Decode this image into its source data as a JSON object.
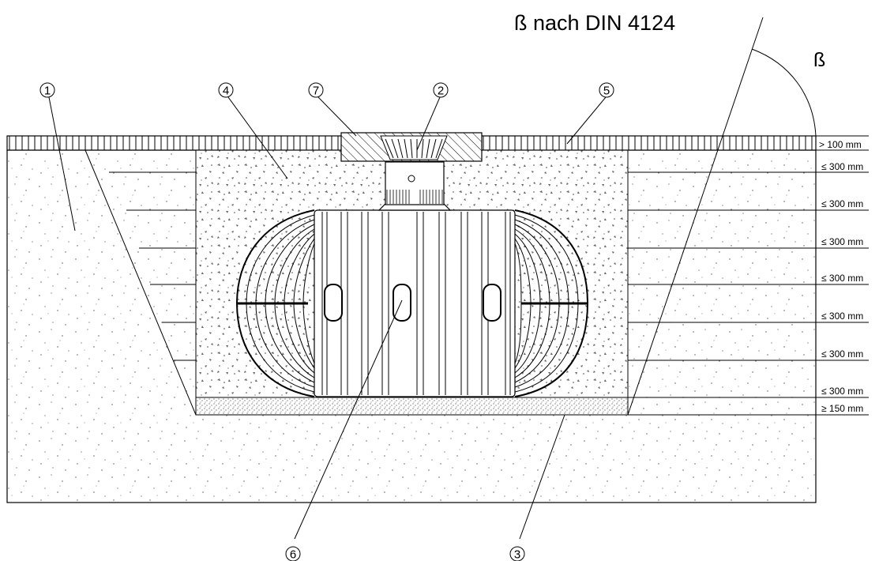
{
  "title": "ß nach DIN  4124",
  "angle_label": "ß",
  "callouts": [
    "1",
    "2",
    "3",
    "4",
    "5",
    "6",
    "7"
  ],
  "dimensions": [
    "> 100 mm",
    "≤ 300 mm",
    "≤ 300 mm",
    "≤ 300 mm",
    "≤ 300 mm",
    "≤ 300 mm",
    "≤ 300 mm",
    "≤ 300 mm",
    "≥ 150 mm"
  ]
}
